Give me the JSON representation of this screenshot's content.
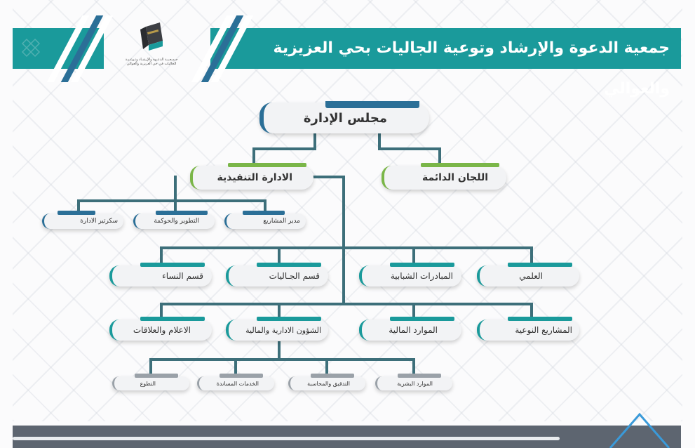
{
  "header": {
    "title": "جمعية الدعوة والإرشاد وتوعية الجاليات بحي العزيزية والعوالي",
    "logo_text": "جـمـعـيـة الدعـوة والإرشـاد وتـوعـيـة الجاليات في حي العزيزية والعوالي"
  },
  "colors": {
    "teal": "#1a9a9b",
    "green": "#7ab648",
    "navy": "#2b6f97",
    "line": "#3d6f7a",
    "gray_cap": "#9aa1a8"
  },
  "nodes": {
    "board": "مجلس الإدارة",
    "executive": "الادارة التنفيذية",
    "committees": "اللجان الدائمة",
    "secretary": "سكرتير الادارة",
    "development": "التطوير والحوكمة",
    "projects_manager": "مدير المشاريع",
    "women": "قسم النساء",
    "communities": "قسم الجـاليات",
    "youth": "المبادرات الشبابية",
    "scientific": "العلمي",
    "media": "الاعلام والعلاقات",
    "admin_finance": "الشؤون الادارية والمالية",
    "financial_resources": "الموارد المالية",
    "special_projects": "المشاريع النوعية",
    "volunteering": "التطوع",
    "support_services": "الخدمات المساندة",
    "audit": "التدقيق والمحاسبة",
    "human_resources": "الموارد البشرية"
  }
}
